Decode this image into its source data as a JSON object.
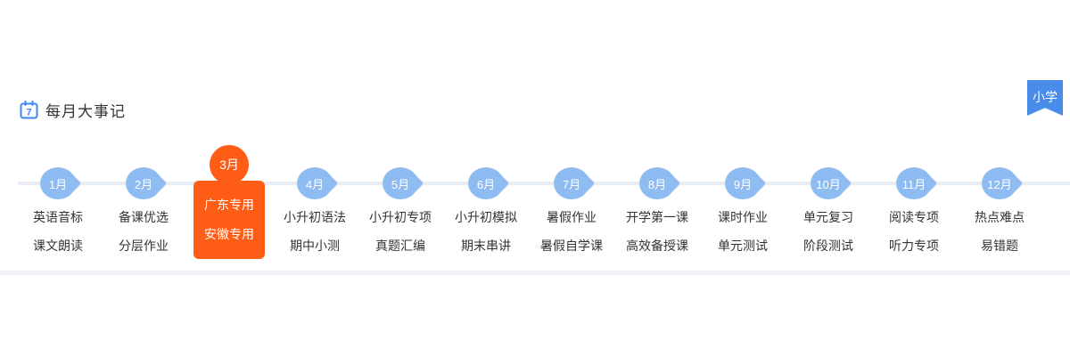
{
  "header": {
    "title": "每月大事记",
    "icon_number": "7"
  },
  "grade_badge": {
    "label": "小学",
    "color": "#4a8cea"
  },
  "timeline": {
    "track_color": "#e9edf4",
    "normal_pin_color": "#8fbbf3",
    "active_pin_color": "#ff5c16",
    "months": [
      {
        "month": "1月",
        "active": false,
        "lines": [
          "英语音标",
          "课文朗读"
        ]
      },
      {
        "month": "2月",
        "active": false,
        "lines": [
          "备课优选",
          "分层作业"
        ]
      },
      {
        "month": "3月",
        "active": true,
        "lines": [
          "广东专用",
          "安徽专用"
        ]
      },
      {
        "month": "4月",
        "active": false,
        "lines": [
          "小升初语法",
          "期中小测"
        ]
      },
      {
        "month": "5月",
        "active": false,
        "lines": [
          "小升初专项",
          "真题汇编"
        ]
      },
      {
        "month": "6月",
        "active": false,
        "lines": [
          "小升初模拟",
          "期末串讲"
        ]
      },
      {
        "month": "7月",
        "active": false,
        "lines": [
          "暑假作业",
          "暑假自学课"
        ]
      },
      {
        "month": "8月",
        "active": false,
        "lines": [
          "开学第一课",
          "高效备授课"
        ]
      },
      {
        "month": "9月",
        "active": false,
        "lines": [
          "课时作业",
          "单元测试"
        ]
      },
      {
        "month": "10月",
        "active": false,
        "lines": [
          "单元复习",
          "阶段测试"
        ]
      },
      {
        "month": "11月",
        "active": false,
        "lines": [
          "阅读专项",
          "听力专项"
        ]
      },
      {
        "month": "12月",
        "active": false,
        "lines": [
          "热点难点",
          "易错题"
        ]
      }
    ]
  }
}
